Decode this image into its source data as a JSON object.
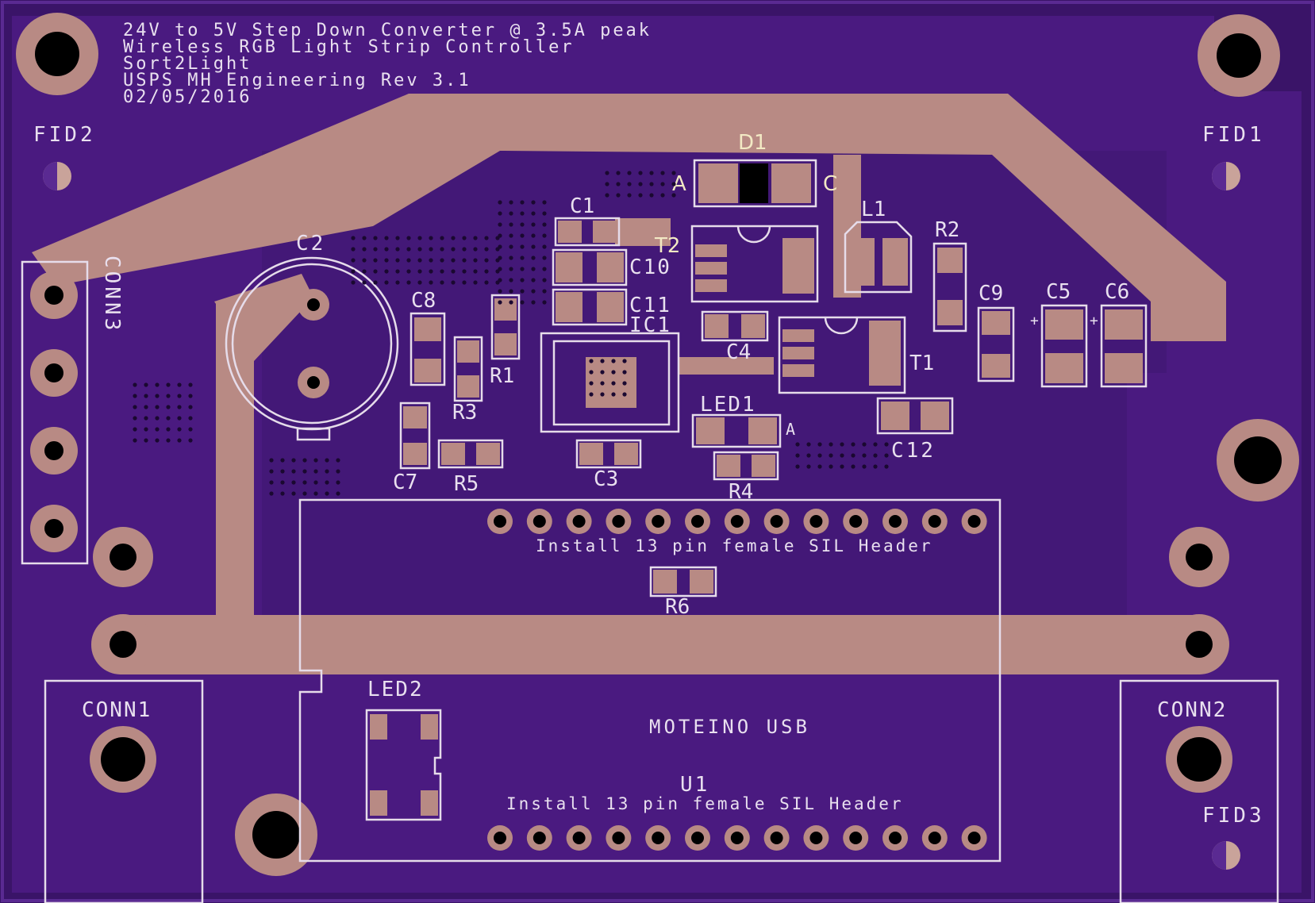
{
  "title_block": {
    "line1": "24V to 5V Step Down Converter @ 3.5A peak",
    "line2": "Wireless RGB Light Strip Controller",
    "line3": "Sort2Light",
    "line4": "USPS MH Engineering Rev 3.1",
    "line5": "02/05/2016"
  },
  "designators": {
    "fid1": "FID1",
    "fid2": "FID2",
    "fid3": "FID3",
    "d1": "D1",
    "c1": "C1",
    "c2": "C2",
    "c3": "C3",
    "c4": "C4",
    "c5": "C5",
    "c6": "C6",
    "c7": "C7",
    "c8": "C8",
    "c9": "C9",
    "c10": "C10",
    "c11": "C11",
    "c12": "C12",
    "l1": "L1",
    "r1": "R1",
    "r2": "R2",
    "r3": "R3",
    "r4": "R4",
    "r5": "R5",
    "r6": "R6",
    "t1": "T1",
    "t2": "T2",
    "ic1": "IC1",
    "led1": "LED1",
    "led2": "LED2",
    "u1": "U1",
    "conn1": "CONN1",
    "conn2": "CONN2",
    "conn3": "CONN3"
  },
  "pin_marks": {
    "anode": "A",
    "cathode": "C",
    "led_anode": "A",
    "plus": "+"
  },
  "header_notes": {
    "top": "Install 13 pin female SIL Header",
    "bottom": "Install 13 pin female SIL Header",
    "module": "MOTEINO USB"
  },
  "header_pin_count": 13,
  "colors": {
    "board": "#3a1468",
    "copper_pour": "#4a1a80",
    "pad": "#b88a84",
    "silkscreen": "#e9e0ef",
    "label_gold": "#f2e9c4",
    "drill": "#000000"
  }
}
